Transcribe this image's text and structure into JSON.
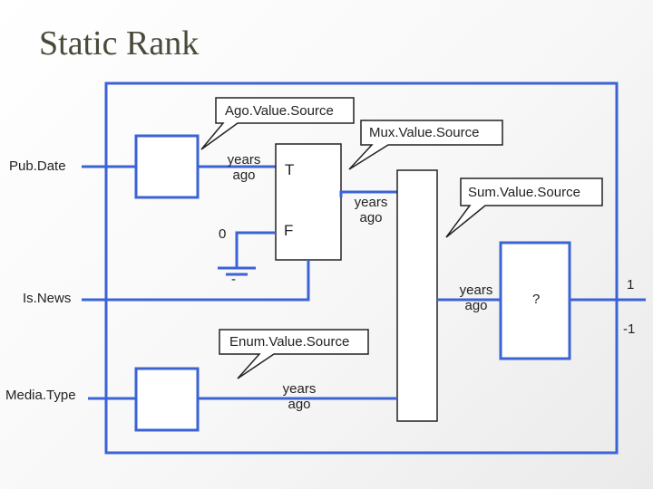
{
  "title": "Static Rank",
  "inputs": {
    "pubdate": "Pub.Date",
    "isnews": "Is.News",
    "mediatype": "Media.Type"
  },
  "callouts": {
    "ago": "Ago.Value.Source",
    "mux": "Mux.Value.Source",
    "sum": "Sum.Value.Source",
    "enum": "Enum.Value.Source"
  },
  "labels": {
    "years": "years",
    "ago": "ago",
    "mux_true": "T",
    "mux_false": "F",
    "zero": "0",
    "minus": "-",
    "question": "?",
    "out_pos": "1",
    "out_neg": "-1"
  },
  "colors": {
    "wire": "#3b63d6",
    "frame": "#3b63d6",
    "box": "#222222"
  }
}
